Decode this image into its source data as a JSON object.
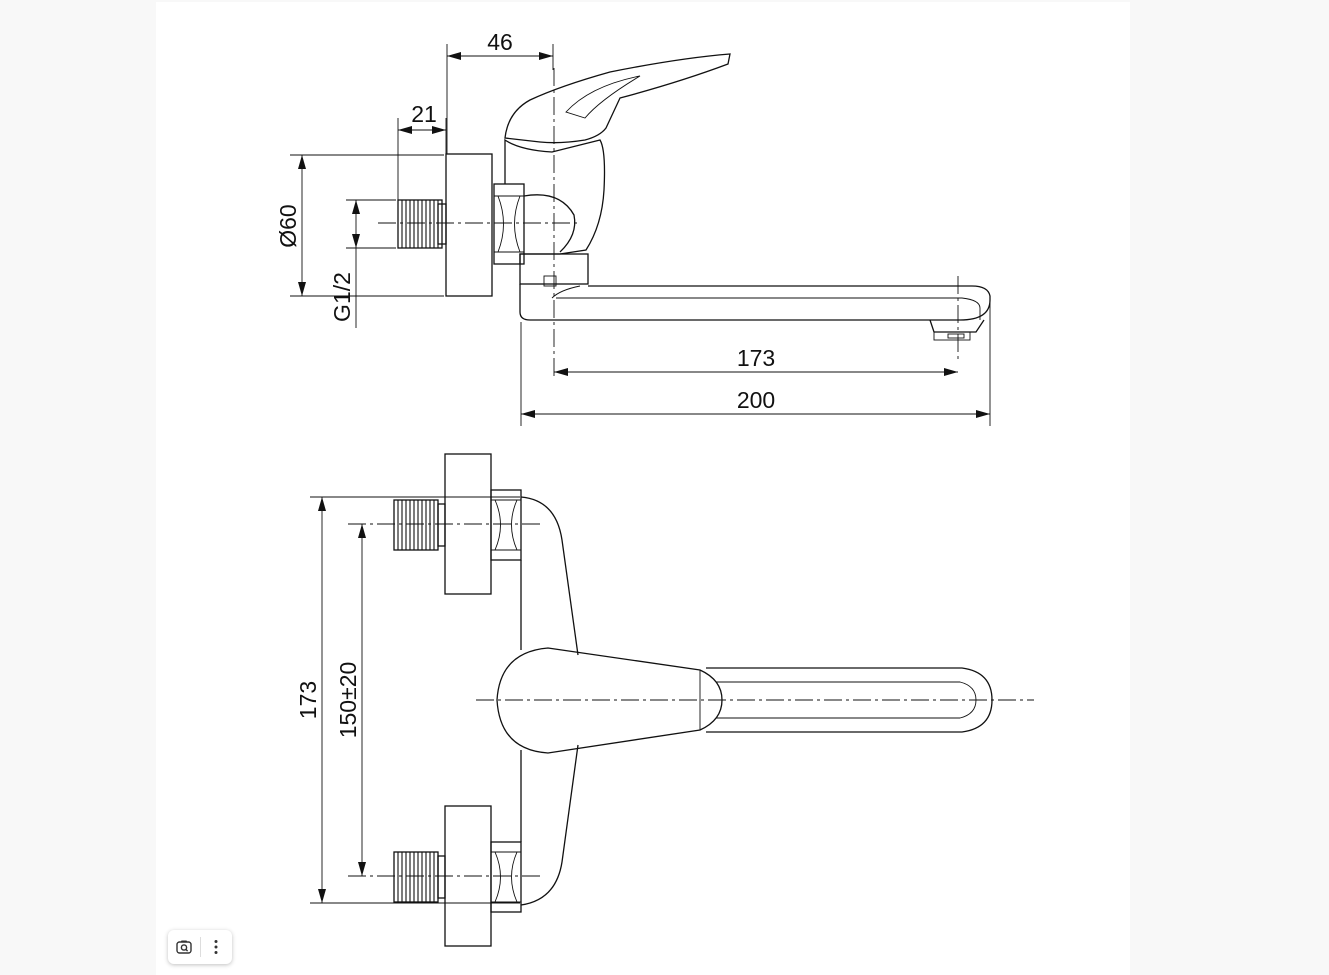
{
  "drawing": {
    "dimensions": {
      "d46": "46",
      "d21": "21",
      "d60": "Ø60",
      "g12": "G1/2",
      "d173_top": "173",
      "d200": "200",
      "d173_side": "173",
      "d150": "150±20"
    }
  },
  "toolbar": {
    "lens_icon": "camera-search-icon",
    "more_icon": "more-vertical-icon"
  }
}
